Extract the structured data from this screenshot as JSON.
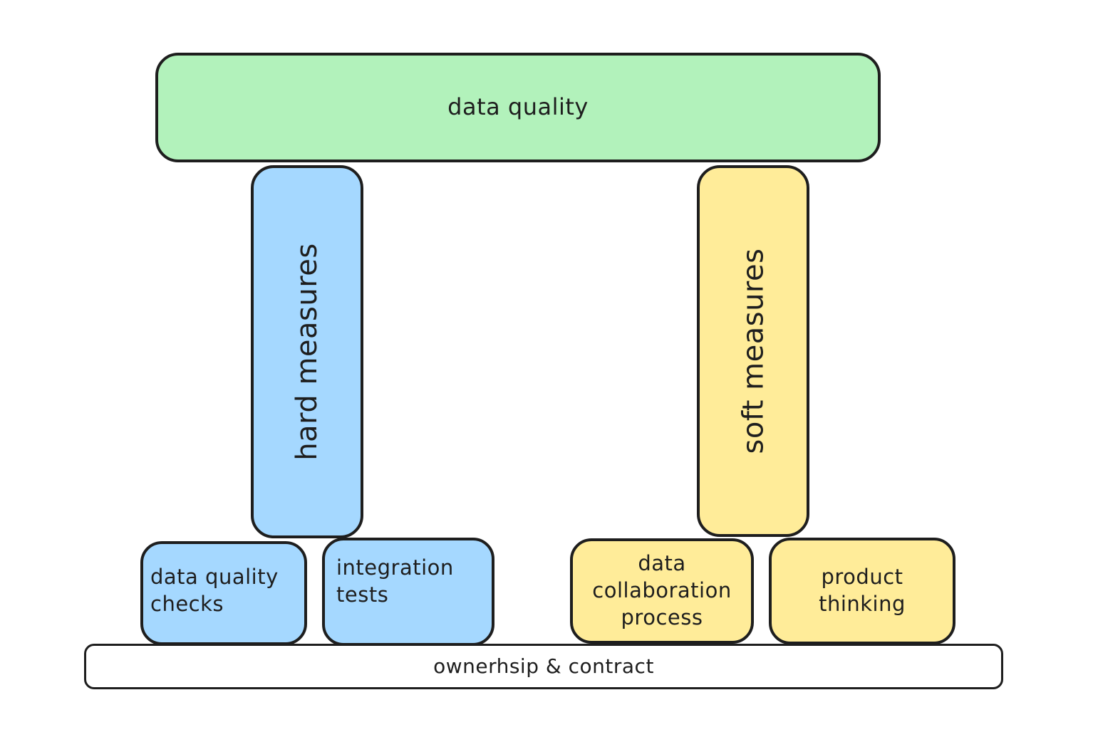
{
  "colors": {
    "green": "#b2f2bb",
    "blue": "#a5d8ff",
    "yellow": "#ffec99",
    "white": "#ffffff",
    "stroke": "#1e1e1e"
  },
  "roof": {
    "label": "data quality"
  },
  "pillars": {
    "left": {
      "label": "hard measures"
    },
    "right": {
      "label": "soft measures"
    }
  },
  "bases": [
    {
      "label": "data quality\nchecks"
    },
    {
      "label": "integration\ntests"
    },
    {
      "label": "data\ncollaboration\nprocess"
    },
    {
      "label": "product\nthinking"
    }
  ],
  "foundation": {
    "label": "ownerhsip & contract"
  }
}
